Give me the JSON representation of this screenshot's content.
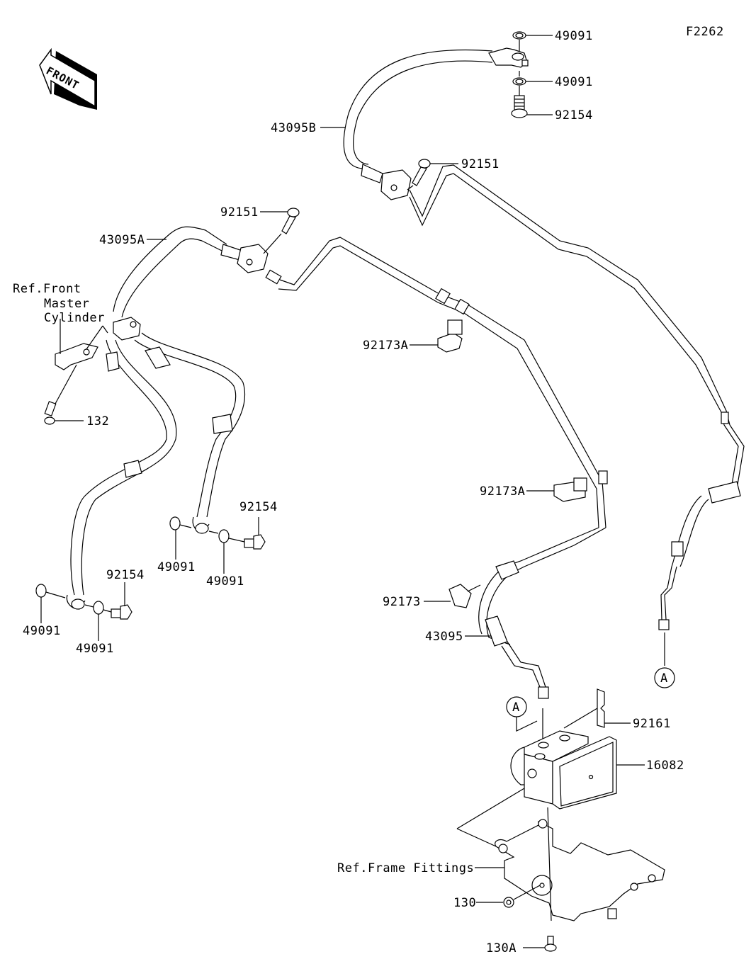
{
  "diagram": {
    "figure_code": "F2262",
    "front_arrow_label": "FRONT",
    "callouts": {
      "washer_top_1": "49091",
      "washer_top_2": "49091",
      "bolt_top": "92154",
      "hose_b": "43095B",
      "bolt_92151_right": "92151",
      "bolt_92151_left": "92151",
      "hose_a": "43095A",
      "ref_master_cyl_1": "Ref.Front",
      "ref_master_cyl_2": "Master",
      "ref_master_cyl_3": "Cylinder",
      "screw_132": "132",
      "clamp_92173a_upper": "92173A",
      "clamp_92173a_lower": "92173A",
      "bolt_left_mid": "92154",
      "washer_mid_1": "49091",
      "washer_mid_2": "49091",
      "bolt_left_low": "92154",
      "washer_low_1": "49091",
      "washer_low_2": "49091",
      "clamp_92173": "92173",
      "hose_43095": "43095",
      "ref_a_right": "A",
      "ref_a_left": "A",
      "plate_92161": "92161",
      "abs_unit": "16082",
      "ref_frame": "Ref.Frame Fittings",
      "bolt_130": "130",
      "bolt_130a": "130A"
    }
  }
}
